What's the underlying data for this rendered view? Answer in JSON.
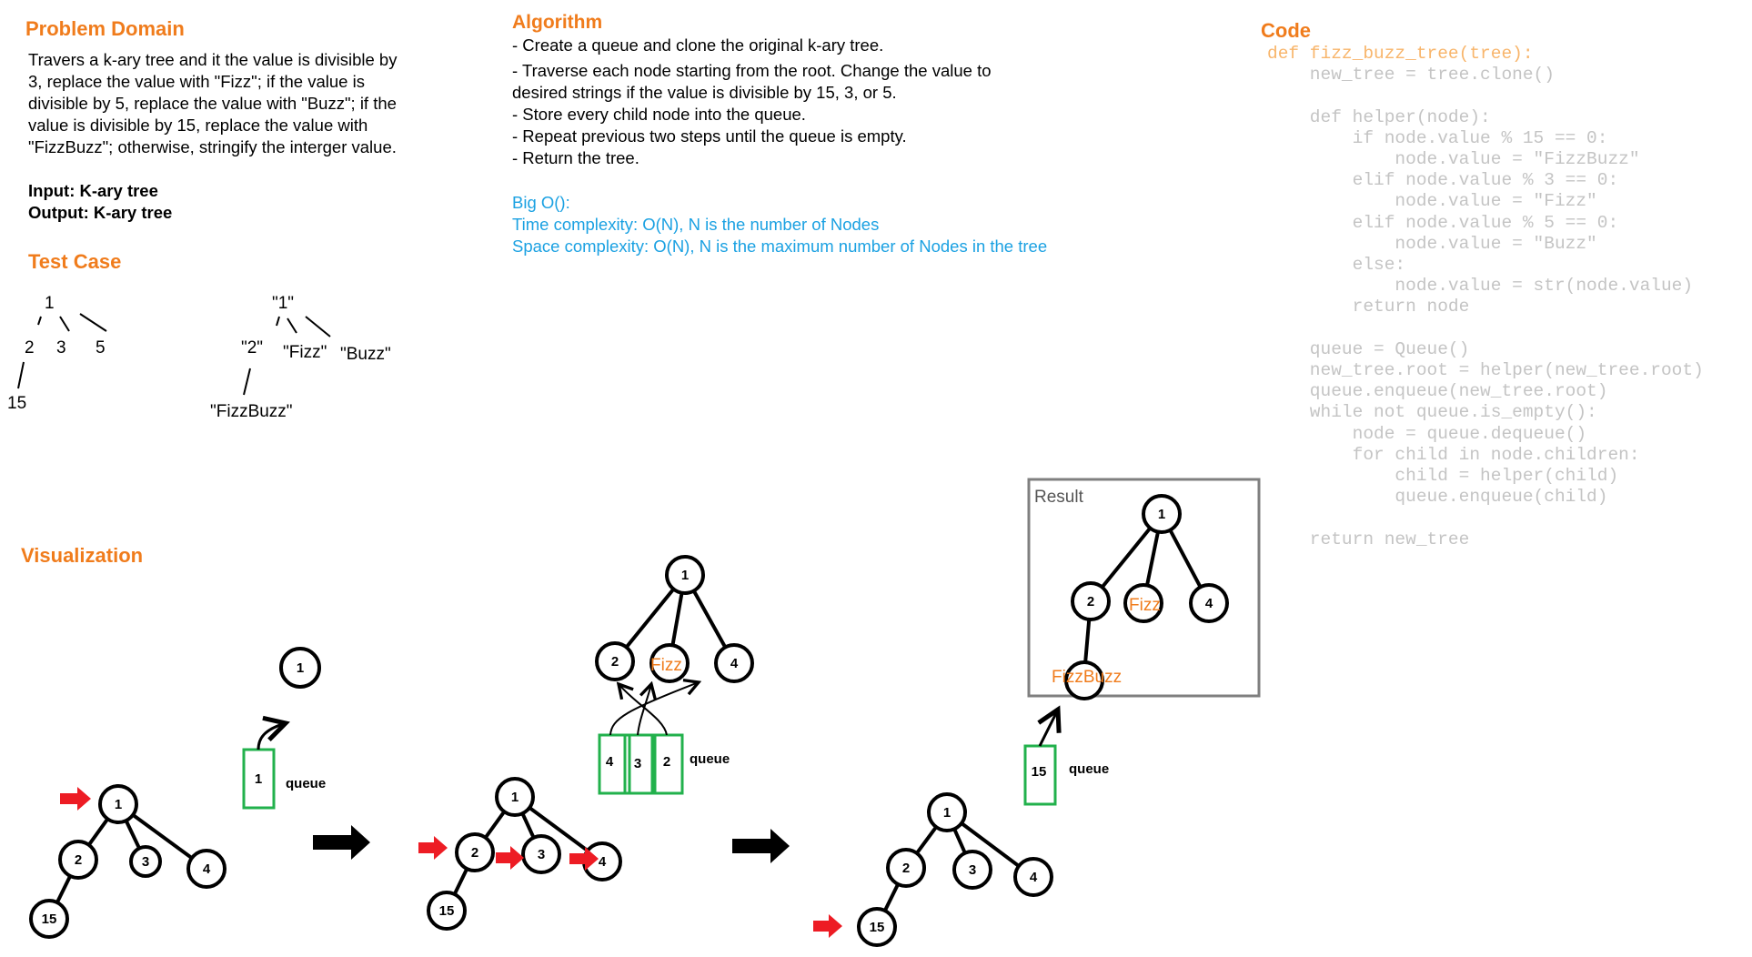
{
  "problem": {
    "heading": "Problem Domain",
    "lines": [
      "Travers a k-ary tree and it the value is divisible by",
      "3, replace the value with \"Fizz\"; if the value is",
      "divisible by 5, replace the value with \"Buzz\"; if the",
      "value is divisible by 15, replace the value with",
      "\"FizzBuzz\"; otherwise, stringify the interger value."
    ],
    "input": "Input: K-ary tree",
    "output": "Output: K-ary tree"
  },
  "test_case": {
    "heading": "Test Case",
    "tree_in": [
      "1",
      "2",
      "3",
      "5",
      "15"
    ],
    "tree_out": [
      "\"1\"",
      "\"2\"",
      "\"Fizz\"",
      "\"Buzz\"",
      "\"FizzBuzz\""
    ]
  },
  "algorithm": {
    "heading": "Algorithm",
    "steps": [
      "- Create a queue and clone the original k-ary tree.",
      "- Traverse each node starting from the root. Change the value to",
      "desired strings if the value is divisible by 15, 3, or 5.",
      "- Store every child node into the queue.",
      "- Repeat previous two steps until the queue is empty.",
      "- Return the tree."
    ],
    "bigo_title": "Big O():",
    "time": "Time complexity: O(N), N is the number of Nodes",
    "space": "Space complexity: O(N), N is the maximum number of Nodes in the tree"
  },
  "code": {
    "heading": "Code",
    "lines": [
      "def fizz_buzz_tree(tree):",
      "    new_tree = tree.clone()",
      "",
      "    def helper(node):",
      "        if node.value % 15 == 0:",
      "            node.value = \"FizzBuzz\"",
      "        elif node.value % 3 == 0:",
      "            node.value = \"Fizz\"",
      "        elif node.value % 5 == 0:",
      "            node.value = \"Buzz\"",
      "        else:",
      "            node.value = str(node.value)",
      "        return node",
      "",
      "    queue = Queue()",
      "    new_tree.root = helper(new_tree.root)",
      "    queue.enqueue(new_tree.root)",
      "    while not queue.is_empty():",
      "        node = queue.dequeue()",
      "        for child in node.children:",
      "            child = helper(child)",
      "            queue.enqueue(child)",
      "",
      "    return new_tree"
    ]
  },
  "visualization": {
    "heading": "Visualization",
    "queue_label": "queue",
    "result_label": "Result",
    "node_values": [
      "1",
      "2",
      "3",
      "4",
      "15"
    ],
    "queue_step1": [
      "1"
    ],
    "queue_step2": [
      "4",
      "3",
      "2"
    ],
    "queue_step3": [
      "15"
    ],
    "fizz": "Fizz",
    "fizzbuzz": "FizzBuzz"
  },
  "colors": {
    "heading": "#f07c1c",
    "complexity": "#1ba1e2",
    "queue_box": "#22b14c",
    "pointer": "#ed1c24",
    "code": "#c4c4c4",
    "code_keyword": "#f8b56b"
  }
}
